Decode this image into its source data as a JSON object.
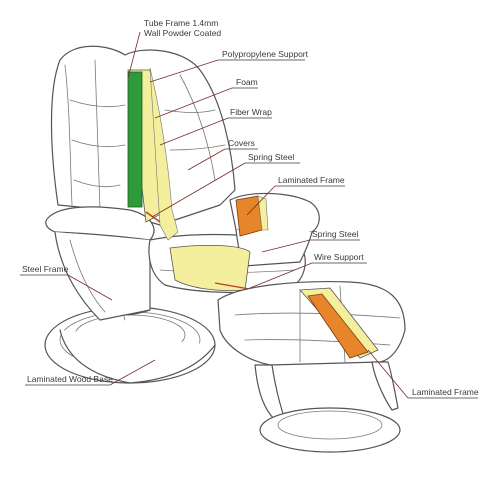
{
  "labels": {
    "tube_frame_line1": "Tube Frame 1.4mm",
    "tube_frame_line2": "Wall Powder Coated",
    "polypropylene_support": "Polypropylene Support",
    "foam": "Foam",
    "fiber_wrap": "Fiber Wrap",
    "covers": "Covers",
    "spring_steel_upper": "Spring Steel",
    "laminated_frame_upper": "Laminated Frame",
    "spring_steel_lower": "Spring Steel",
    "wire_support": "Wire Support",
    "steel_frame": "Steel Frame",
    "laminated_wood_base": "Laminated Wood Base",
    "laminated_frame_lower": "Laminated Frame"
  },
  "colors": {
    "tube_frame": "#2e9a3a",
    "foam_fill": "#f4ef9c",
    "laminated_frame": "#e7852a",
    "leader": "#7a2a2a",
    "outline": "#555555"
  }
}
